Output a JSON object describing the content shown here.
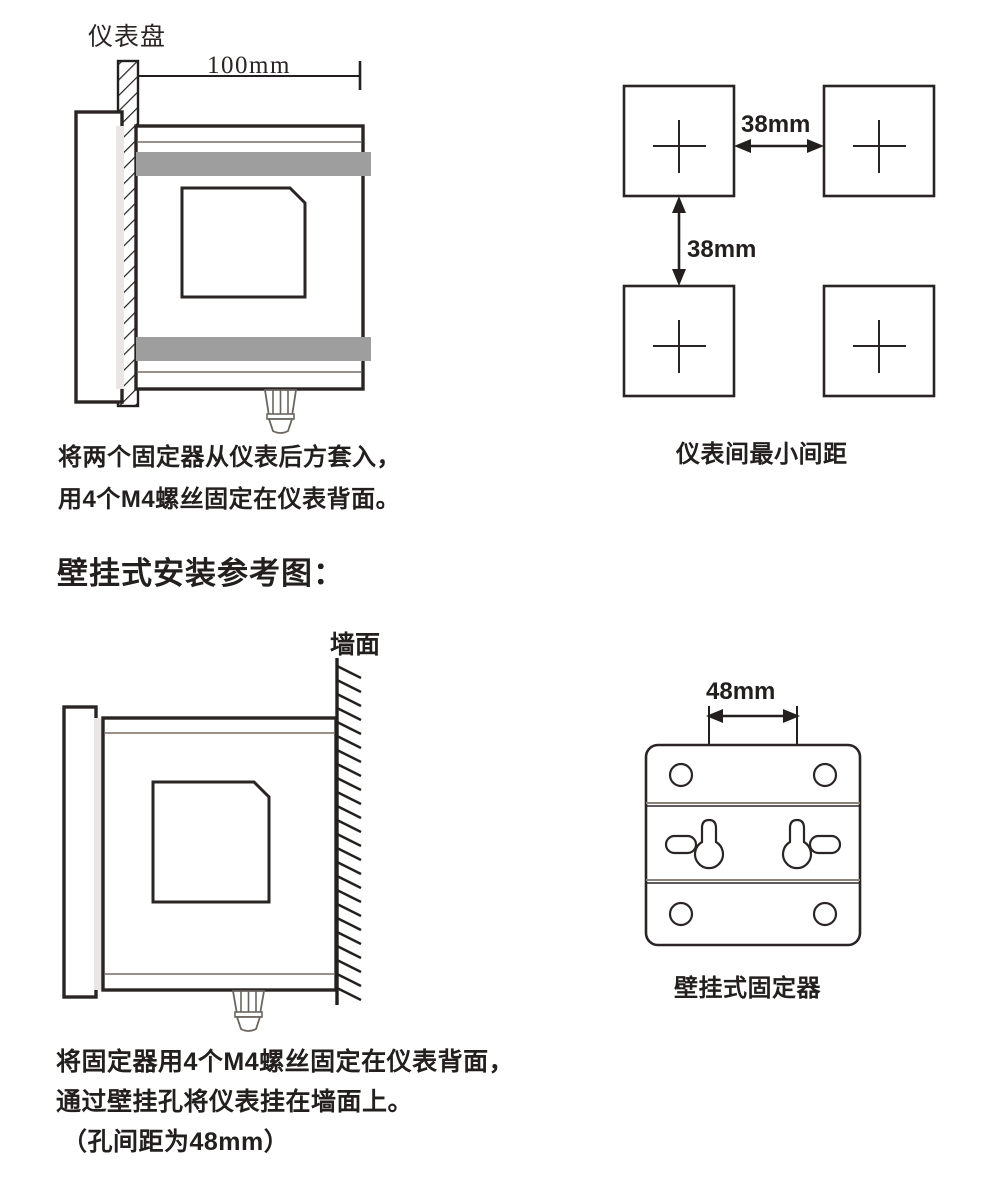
{
  "document": {
    "type": "installation-diagram",
    "language": "zh-CN",
    "background_color": "#ffffff",
    "line_color": "#231f1f",
    "gray_band_color": "#9e9e9e"
  },
  "panel_mount": {
    "panel_label": "仪表盘",
    "depth_dimension": "100mm",
    "caption_lines": [
      "将两个固定器从仪表后方套入，",
      "用4个M4螺丝固定在仪表背面。"
    ]
  },
  "spacing_diagram": {
    "horizontal_dimension": "38mm",
    "vertical_dimension": "38mm",
    "caption": "仪表间最小间距",
    "unit_count": 4
  },
  "wall_mount": {
    "section_heading": "壁挂式安装参考图：",
    "wall_label": "墙面",
    "bracket_caption": "壁挂式固定器",
    "hole_spacing": "48mm",
    "caption_lines": [
      "将固定器用4个M4螺丝固定在仪表背面，",
      "通过壁挂孔将仪表挂在墙面上。",
      "（孔间距为48mm）"
    ]
  }
}
